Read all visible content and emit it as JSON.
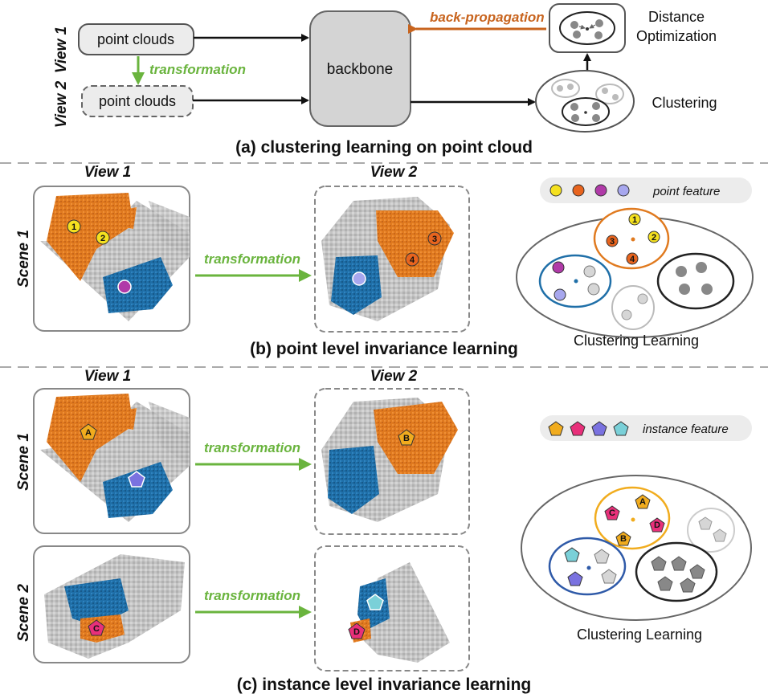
{
  "section_a": {
    "view1": "View 1",
    "view2": "View 2",
    "point_clouds_1": "point clouds",
    "point_clouds_2": "point clouds",
    "transformation": "transformation",
    "backbone": "backbone",
    "back_propagation": "back-propagation",
    "distance_line1": "Distance",
    "distance_line2": "Optimization",
    "clustering": "Clustering",
    "caption": "(a) clustering learning on point cloud"
  },
  "section_b": {
    "view1": "View 1",
    "view2": "View 2",
    "scene1": "Scene 1",
    "transformation": "transformation",
    "legend": "point feature",
    "clustering_learning": "Clustering Learning",
    "caption": "(b) point level invariance learning",
    "labels": [
      "1",
      "2",
      "3",
      "4"
    ]
  },
  "section_c": {
    "view1": "View 1",
    "view2": "View 2",
    "scene1": "Scene 1",
    "scene2": "Scene 2",
    "transformation1": "transformation",
    "transformation2": "transformation",
    "legend": "instance feature",
    "clustering_learning": "Clustering Learning",
    "caption": "(c) instance level invariance learning",
    "labels": [
      "A",
      "B",
      "C",
      "D"
    ]
  },
  "colors": {
    "orange": "#e07a1f",
    "blue": "#1f6fa8",
    "green_arrow": "#6ab43e",
    "orange_arrow": "#c8641e",
    "yellow": "#f5e11f",
    "red_orange": "#e8641e",
    "purple": "#b03aa8",
    "lavender": "#a7a7ee",
    "pent_orange": "#f1ac1e",
    "pent_pink": "#e8307a",
    "pent_violet": "#7a72e0",
    "pent_cyan": "#7ad0d8"
  }
}
